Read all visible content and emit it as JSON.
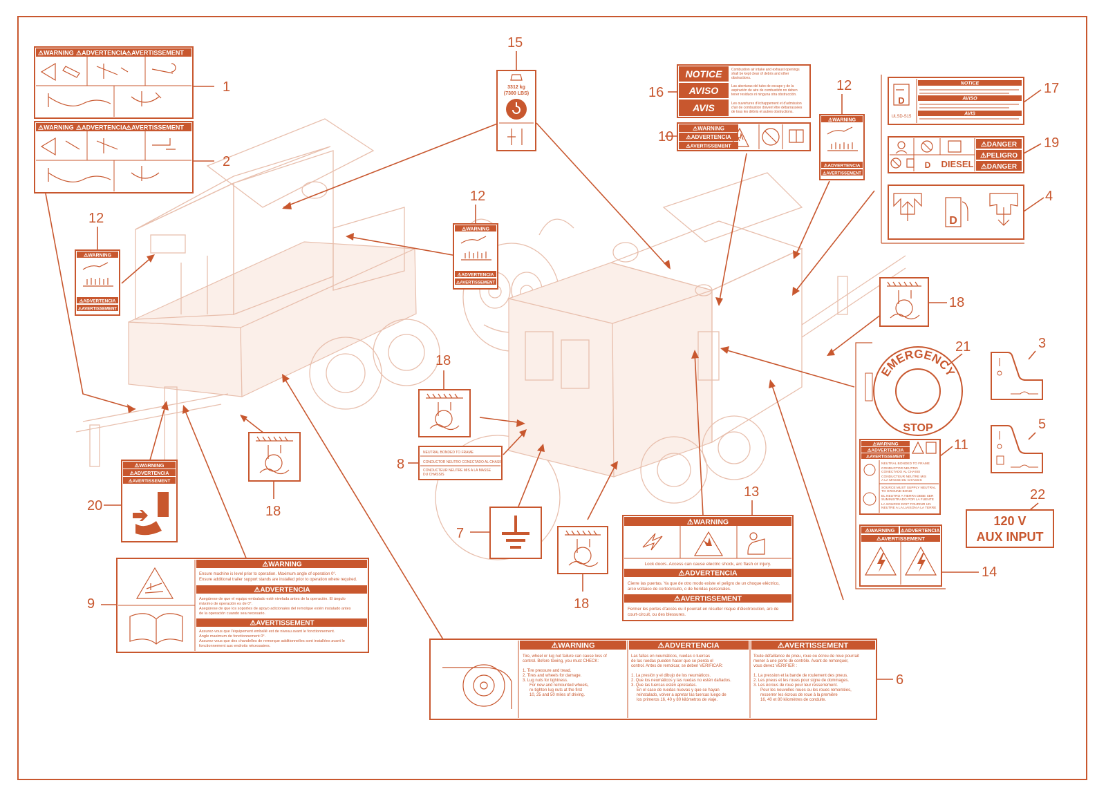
{
  "callouts": {
    "c1": "1",
    "c2": "2",
    "c3": "3",
    "c4": "4",
    "c5": "5",
    "c6": "6",
    "c7": "7",
    "c8": "8",
    "c9": "9",
    "c10": "10",
    "c11": "11",
    "c12a": "12",
    "c12b": "12",
    "c12c": "12",
    "c13": "13",
    "c14": "14",
    "c15": "15",
    "c16": "16",
    "c17": "17",
    "c18a": "18",
    "c18b": "18",
    "c18c": "18",
    "c18d": "18",
    "c19": "19",
    "c20": "20",
    "c21": "21",
    "c22": "22"
  },
  "headers": {
    "warning": "WARNING",
    "advertencia": "ADVERTENCIA",
    "avertissement": "AVERTISSEMENT",
    "tri_warning": "⚠WARNING",
    "tri_advertencia": "⚠ADVERTENCIA",
    "tri_avertissement": "⚠AVERTISSEMENT",
    "danger": "⚠DANGER",
    "peligro": "⚠PELIGRO"
  },
  "decal15": {
    "weight": "3312 kg",
    "lbs": "(7300 LBS)"
  },
  "decal16": {
    "notice": "NOTICE",
    "aviso": "AVISO",
    "avis": "AVIS",
    "en": [
      "Combustion air intake and exhaust openings",
      "shall be kept clear of debris and other",
      "obstructions."
    ],
    "es": [
      "Las aberturas del tubo de escape y de la",
      "aspiración de aire de combustión no deben",
      "tener residuos ni ninguna otra obstrucción."
    ],
    "fr": [
      "Les ouvertures d'échappement et d'admission",
      "d'air de combustion doivent être débarrassées",
      "de tous les débris et autres obstructions."
    ]
  },
  "decal17": {
    "notice": "NOTICE",
    "aviso": "AVISO",
    "avis": "AVIS",
    "ulsd": "ULSD-S15"
  },
  "decal19": {
    "diesel": "DIESEL"
  },
  "decal8": {
    "l1": "NEUTRAL BONDED TO FRAME",
    "l2": "CONDUCTOR NEUTRO CONECTADO AL CHASIS",
    "l3a": "CONDUCTEUR NEUTRE MIS A LA MASSE",
    "l3b": "DU CHASSIS"
  },
  "decal11": {
    "r1": "NEUTRAL BONDED TO FRAME",
    "r2a": "CONDUCTOR NEUTRO",
    "r2b": "CONECTADO AL CHASIS",
    "r3a": "CONDUCTEUR NEUTRE MIS",
    "r3b": "A LA MASSE DU CHASSIS",
    "r4a": "SOURCE MUST SUPPLY NEUTRAL",
    "r4b": "TO GROUND BOND",
    "r5a": "EL NEUTRO A TIERRA DEBE SER",
    "r5b": "SUMINISTRADO POR LA FUENTE",
    "r6a": "LA SOURCE DOIT FOURNIR UN",
    "r6b": "NEUTRE A LA LIAISON A LA TERRE"
  },
  "decal13": {
    "en": "Lock doors. Access can cause electric shock, arc flash or injury.",
    "es1": "Cierre las puertas. Ya que de otro modo existe el peligro  de un choque eléctrico,",
    "es2": "arco voltaico de cortocircuito, o de heridas personales.",
    "fr1": "Fermer les portes d'accès ou il pourrait en résulter risque d'électrocution, arc de",
    "fr2": "court-circuit, ou des blessures."
  },
  "decal9": {
    "en1": "Ensure machine is level prior to operation. Maximum angle of operation 0°.",
    "en2": "Ensure additional trailer support stands are installed prior to operation where required.",
    "es1": "Asegúrese de que el equipo embalado esté nivelada antes de la operación. El ángulo",
    "es2": "máximo de operación es de 0°.",
    "es3": "Asegúrese de que los soportes de apoyo adicionales del remolque estén instalado antes",
    "es4": "de la operación cuando sea necesario.",
    "fr1": "Assurez-vous que l'équipement emballé est de niveau avant le fonctionnement.",
    "fr2": "Angle maximum de fonctionnement 0°.",
    "fr3": "Assurez-vous que des chandelles de remorque additionnelles sont installées avant le",
    "fr4": "fonctionnement aux endroits nécessaires."
  },
  "decal6": {
    "en1": "Tire, wheel or lug nut failure can cause loss of",
    "en2": "control.  Before towing, you must CHECK:",
    "en3": "1. Tire pressure and tread.",
    "en4": "2. Tires and wheels for damage.",
    "en5": "3. Lug nuts for tightness.",
    "en6": "For new and remounted wheels,",
    "en7": "re-tighten lug nuts at the first",
    "en8": "10, 25 and 50 miles of driving.",
    "es1": "Las fallas en neumáticos, ruedas o tuercas",
    "es2": "de las ruedas pueden hacer que se pierda el",
    "es3": "control. Antes de remolcar, se deben VERIFICAR:",
    "es4": "1. La presión y el dibujo de los neumáticos.",
    "es5": "2. Que los neumáticos y las ruedas no estén dañados.",
    "es6": "3. Que las tuercas estén apretadas.",
    "es7": "En el caso de ruedas nuevas y que se hayan",
    "es8": "reinstalado, volver a apretar las tuercas luego de",
    "es9": "los primeros 16, 40 y 80 kilómetros de viaje.",
    "fr1": "Toute défaillance de pneu, roue ou écrou de roue pourrait",
    "fr2": "mener à une perte de contrôle.  Avant de remorquer,",
    "fr3": "vous devez VÉRIFIER :",
    "fr4": "1. La pression et la bande de roulement des pneus.",
    "fr5": "2. Les pneus et les roues pour signe de dommages.",
    "fr6": "3. Les écrous de roue pour leur resserrement.",
    "fr7": "Pour les nouvelles roues ou les roues remontées,",
    "fr8": "resserrer les écrous de roue à la première",
    "fr9": "16, 40 et 80 kilomètres de conduite."
  },
  "decal21": {
    "top": "EMERGENCY",
    "bottom": "STOP"
  },
  "decal22": {
    "l1": "120 V",
    "l2": "AUX INPUT"
  }
}
